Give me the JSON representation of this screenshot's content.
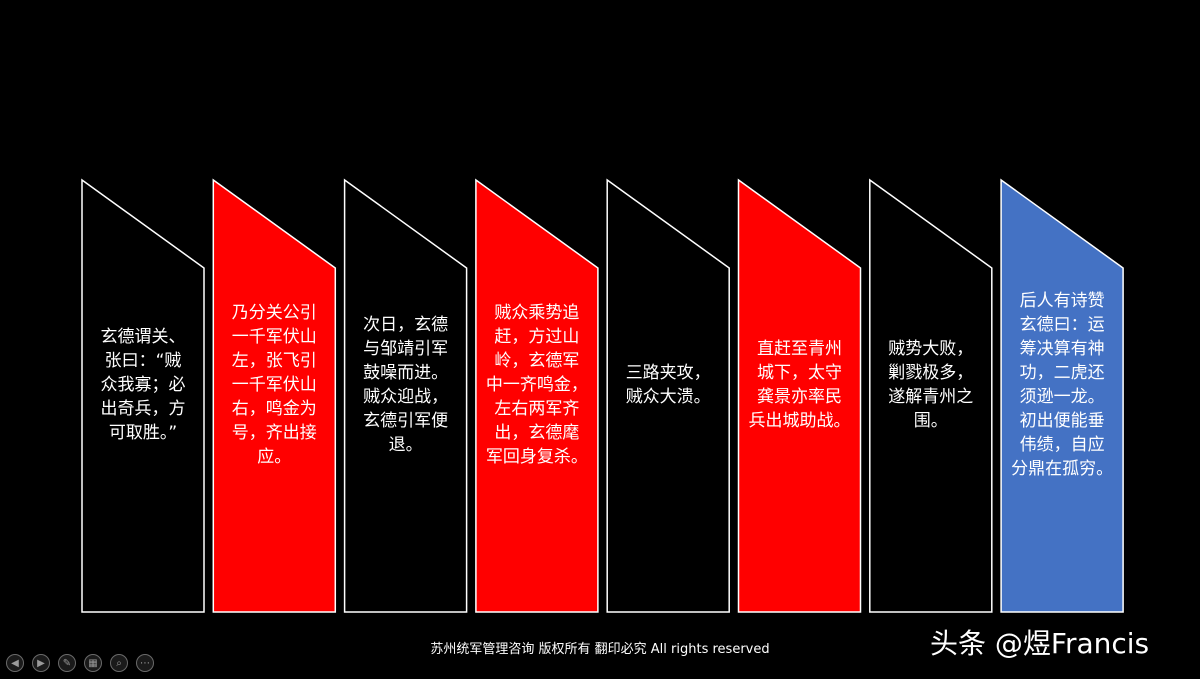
{
  "steps": [
    {
      "text": "玄德谓关、\n张曰：“贼\n众我寡；必\n出奇兵，方\n可取胜。”",
      "fill": "#000000"
    },
    {
      "text": "乃分关公引\n一千军伏山\n左，张飞引\n一千军伏山\n右，鸣金为\n号，齐出接\n应。",
      "fill": "#ff0000"
    },
    {
      "text": "次日，玄德\n与邹靖引军\n鼓噪而进。\n贼众迎战，\n玄德引军便\n退。",
      "fill": "#000000"
    },
    {
      "text": "贼众乘势追\n赶，方过山\n岭，玄德军\n中一齐鸣金，\n左右两军齐\n出，玄德麾\n军回身复杀。",
      "fill": "#ff0000"
    },
    {
      "text": "三路夹攻，\n贼众大溃。",
      "fill": "#000000"
    },
    {
      "text": "直赶至青州\n城下，太守\n龚景亦率民\n兵出城助战。",
      "fill": "#ff0000"
    },
    {
      "text": "贼势大败，\n剿戮极多，\n遂解青州之\n围。",
      "fill": "#000000"
    },
    {
      "text": "后人有诗赞\n玄德曰：运\n筹决算有神\n功，二虎还\n须逊一龙。\n初出便能垂\n伟绩，自应\n分鼎在孤穷。",
      "fill": "#4472c4"
    }
  ],
  "footer": "苏州统军管理咨询  版权所有  翻印必究  All rights reserved",
  "watermark": "头条 @煜Francis",
  "nav": [
    {
      "icon": "prev-icon",
      "glyph": "◀"
    },
    {
      "icon": "next-icon",
      "glyph": "▶"
    },
    {
      "icon": "pen-icon",
      "glyph": "✎"
    },
    {
      "icon": "slides-icon",
      "glyph": "▦"
    },
    {
      "icon": "zoom-icon",
      "glyph": "⌕"
    },
    {
      "icon": "more-icon",
      "glyph": "⋯"
    }
  ],
  "colors": {
    "background": "#000000",
    "outline": "#ffffff",
    "red": "#ff0000",
    "blue": "#4472c4"
  }
}
